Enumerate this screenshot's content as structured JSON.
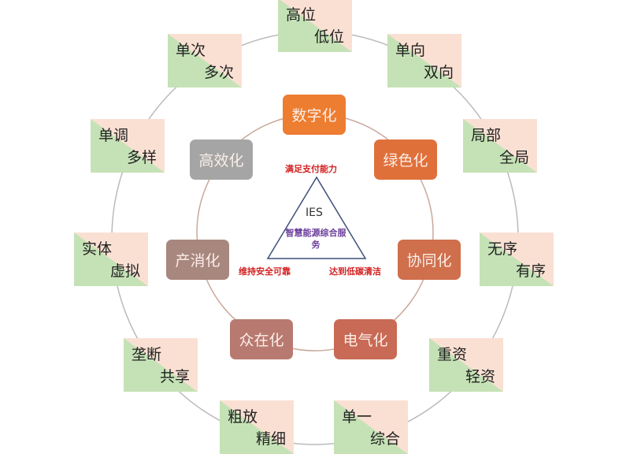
{
  "outer_pairs": [
    {
      "from": "高位",
      "to": "低位"
    },
    {
      "from": "单次",
      "to": "多次"
    },
    {
      "from": "单向",
      "to": "双向"
    },
    {
      "from": "单调",
      "to": "多样"
    },
    {
      "from": "局部",
      "to": "全局"
    },
    {
      "from": "实体",
      "to": "虚拟"
    },
    {
      "from": "无序",
      "to": "有序"
    },
    {
      "from": "垄断",
      "to": "共享"
    },
    {
      "from": "重资",
      "to": "轻资"
    },
    {
      "from": "粗放",
      "to": "精细"
    },
    {
      "from": "单一",
      "to": "综合"
    }
  ],
  "inner_nodes": [
    {
      "label": "数字化",
      "color": "#ed7d31"
    },
    {
      "label": "绿色化",
      "color": "#e0703a"
    },
    {
      "label": "协同化",
      "color": "#d06f4c"
    },
    {
      "label": "电气化",
      "color": "#c86a55"
    },
    {
      "label": "众在化",
      "color": "#b87a70"
    },
    {
      "label": "产消化",
      "color": "#a8877f"
    },
    {
      "label": "高效化",
      "color": "#a5a5a5"
    }
  ],
  "center": {
    "title": "IES",
    "subtitle": "智慧能源综合服务",
    "top_label": "满足支付能力",
    "left_label": "维持安全可靠",
    "right_label": "达到低碳清洁"
  }
}
